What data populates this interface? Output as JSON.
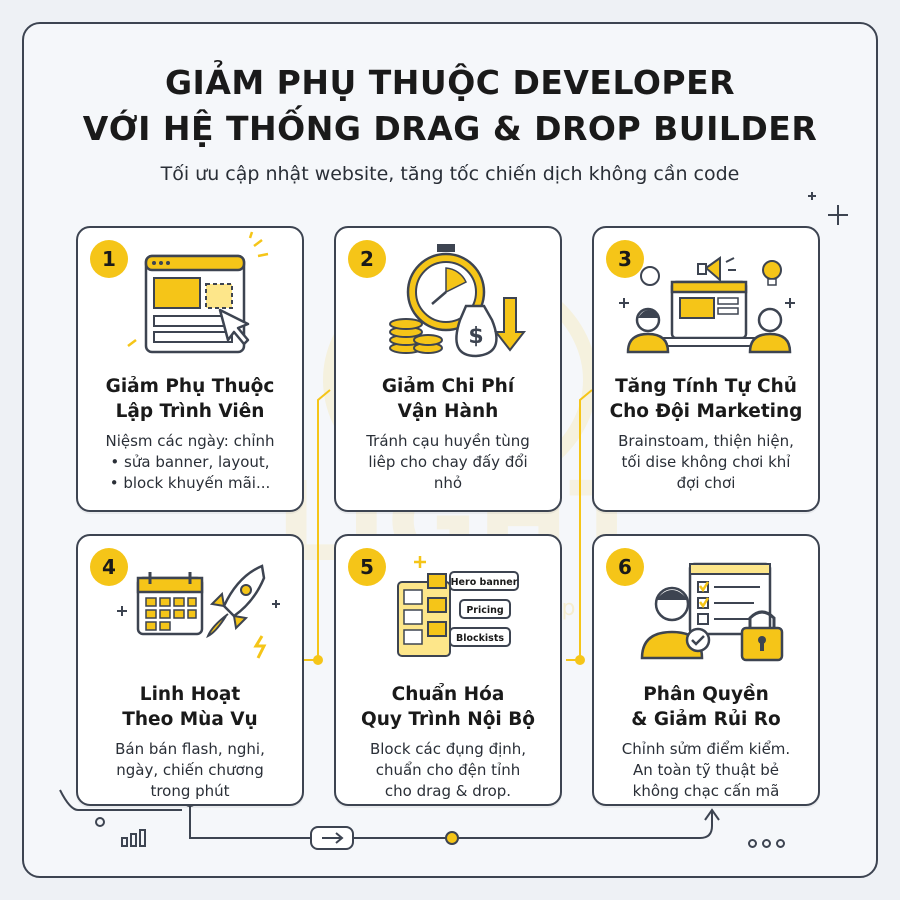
{
  "header": {
    "title_line1": "GIẢM PHỤ THUỘC DEVELOPER",
    "title_line2": "VỚI HỆ THỐNG DRAG & DROP BUILDER",
    "subtitle": "Tối ưu cập nhật website, tăng tốc chiến dịch không cần code"
  },
  "watermark": {
    "text": "LIGHT",
    "tagline": "Nhanh - Chuẩn - Đẹp"
  },
  "cards": [
    {
      "number": "1",
      "title_line1": "Giảm Phụ Thuộc",
      "title_line2": "Lập Trình Viên",
      "desc": [
        "Niệsm các ngày: chỉnh",
        "• sửa banner, layout,",
        "• block khuyến mãi..."
      ],
      "icon": "browser-cursor-icon"
    },
    {
      "number": "2",
      "title_line1": "Giảm Chi Phí",
      "title_line2": "Vận Hành",
      "desc": [
        "Tránh cạu huyền tùng",
        "liêp cho chay đấy đổi",
        "nhỏ"
      ],
      "icon": "stopwatch-moneybag-icon"
    },
    {
      "number": "3",
      "title_line1": "Tăng Tính Tự Chủ",
      "title_line2": "Cho Đội Marketing",
      "desc": [
        "Brainstoam, thiện hiện,",
        "tối dise không chơi khỉ",
        "đợi chơi"
      ],
      "icon": "marketing-team-icon"
    },
    {
      "number": "4",
      "title_line1": "Linh Hoạt",
      "title_line2": "Theo Mùa Vụ",
      "desc": [
        "Bán bán flash, nghi,",
        "ngày, chiến chương",
        "trong phút"
      ],
      "icon": "calendar-rocket-icon"
    },
    {
      "number": "5",
      "title_line1": "Chuẩn Hóa",
      "title_line2": "Quy Trình Nội Bộ",
      "desc": [
        "Block các đụng định,",
        "chuẩn cho đện tỉnh",
        "cho drag & drop."
      ],
      "icon": "block-library-icon",
      "tags": [
        "Hero banner",
        "Pricing",
        "Blockists"
      ]
    },
    {
      "number": "6",
      "title_line1": "Phân Quyền",
      "title_line2": "& Giảm Rủi Ro",
      "desc": [
        "Chỉnh sửm điểm kiểm.",
        "An toàn tỹ thuật bẻ",
        "không chạc cấn mã"
      ],
      "icon": "user-checklist-lock-icon"
    }
  ],
  "colors": {
    "accent": "#f5c518",
    "outline": "#3d4451",
    "card_bg": "#ffffff",
    "page_bg": "#eef1f5"
  }
}
